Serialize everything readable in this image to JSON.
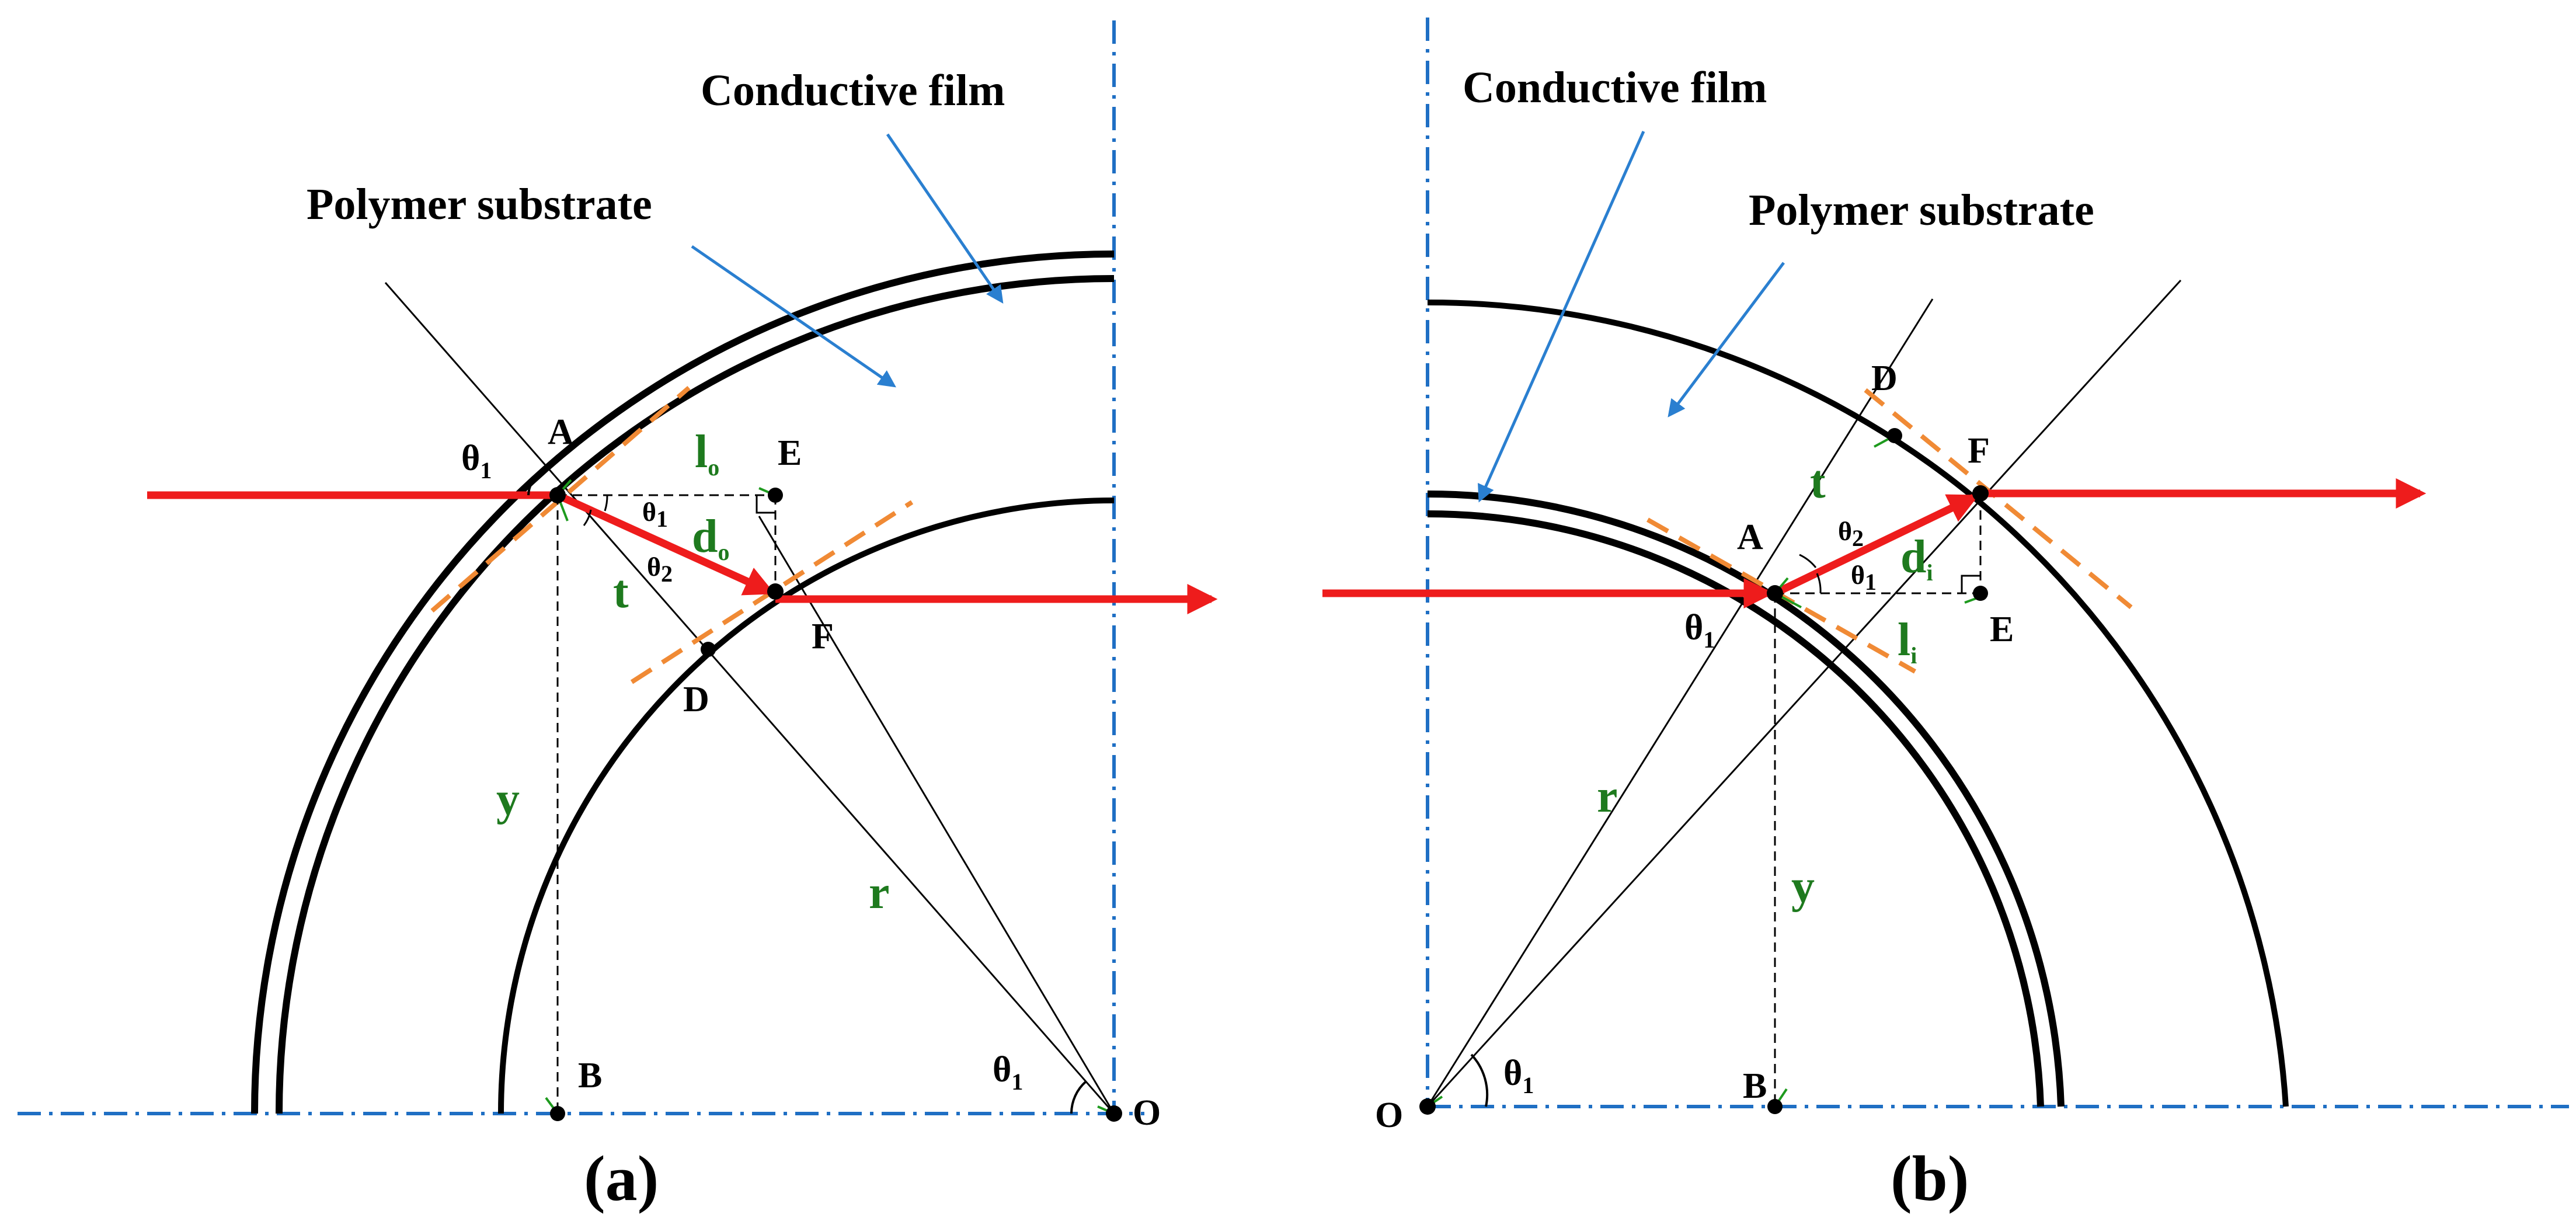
{
  "panels": [
    {
      "caption": "(a)",
      "annotations": {
        "film": "Conductive film",
        "substrate": "Polymer substrate"
      },
      "points": {
        "A": "A",
        "E": "E",
        "F": "F",
        "D": "D",
        "B": "B",
        "O": "O"
      },
      "symbols": {
        "t": "t",
        "y": "y",
        "r": "r",
        "d": "d",
        "d_sub": "o",
        "l": "l",
        "l_sub": "o"
      },
      "angles": {
        "theta": "θ",
        "sub1": "1",
        "sub2": "2"
      }
    },
    {
      "caption": "(b)",
      "annotations": {
        "film": "Conductive film",
        "substrate": "Polymer substrate"
      },
      "points": {
        "A": "A",
        "E": "E",
        "F": "F",
        "D": "D",
        "B": "B",
        "O": "O"
      },
      "symbols": {
        "t": "t",
        "y": "y",
        "r": "r",
        "d": "d",
        "d_sub": "i",
        "l": "l",
        "l_sub": "i"
      },
      "angles": {
        "theta": "θ",
        "sub1": "1",
        "sub2": "2"
      }
    }
  ],
  "colors": {
    "ray": "#ee1c1c",
    "axis": "#1f6fc4",
    "tangent": "#f08a35",
    "label_green": "#1e7a1e",
    "pointer": "#2a7fd0",
    "structure": "#000000"
  }
}
